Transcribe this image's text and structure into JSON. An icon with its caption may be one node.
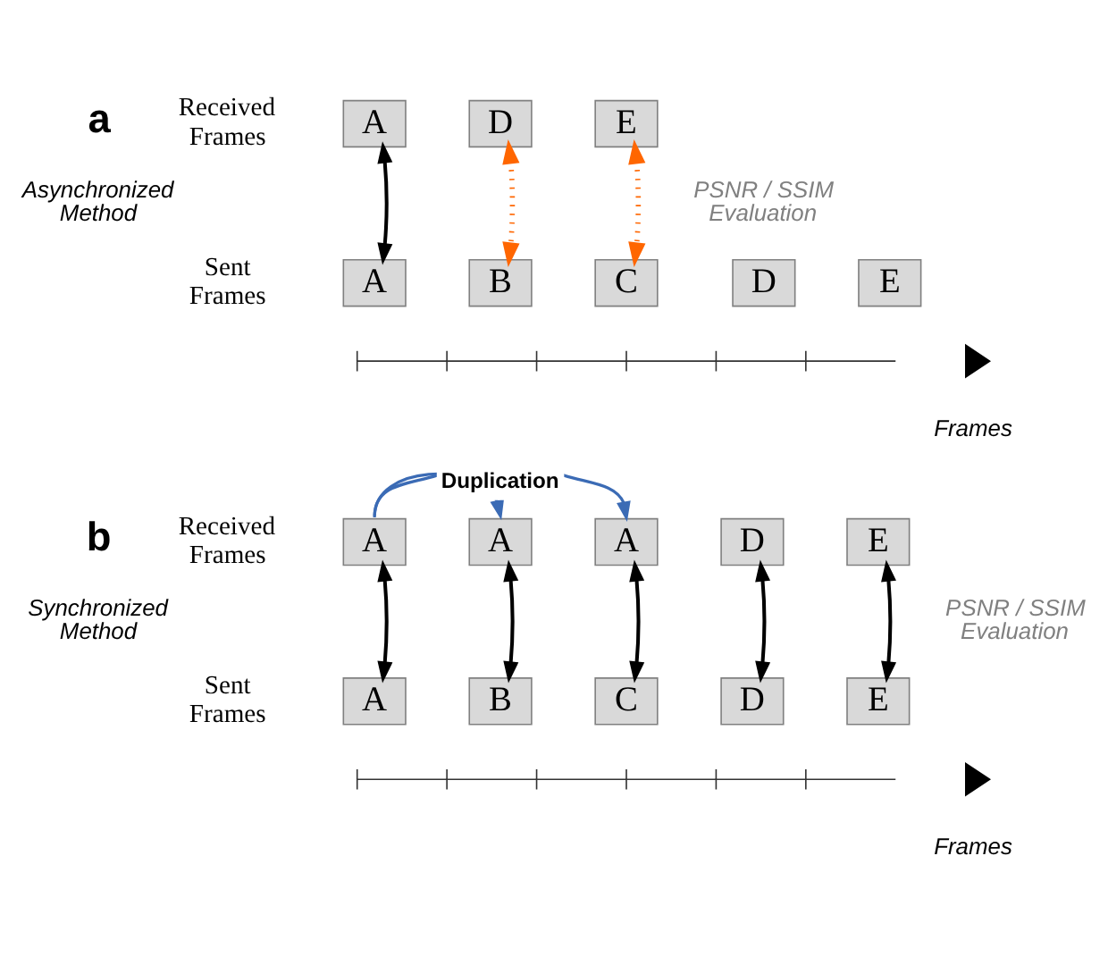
{
  "diagram": {
    "nodes": [
      {
        "text": [
          "A"
        ]
      },
      {
        "text": [
          "D"
        ]
      },
      {
        "text": [
          "E"
        ]
      },
      {
        "text": [
          "A"
        ]
      },
      {
        "text": [
          "B"
        ]
      },
      {
        "text": [
          "C"
        ]
      },
      {
        "text": [
          "D"
        ]
      },
      {
        "text": [
          "E"
        ]
      },
      {
        "text": [
          "A"
        ]
      },
      {
        "text": [
          "A"
        ]
      },
      {
        "text": [
          "A"
        ]
      },
      {
        "text": [
          "D"
        ]
      },
      {
        "text": [
          "E"
        ]
      },
      {
        "text": [
          "A"
        ]
      },
      {
        "text": [
          "B"
        ]
      },
      {
        "text": [
          "C"
        ]
      },
      {
        "text": [
          "D"
        ]
      },
      {
        "text": [
          "E"
        ]
      }
    ],
    "edges": [
      {
        "from": 0,
        "to": 3,
        "arrow": "both"
      },
      {
        "from": 1,
        "to": 4,
        "arrow": "both",
        "style": "dashed",
        "color": "#ff6600"
      },
      {
        "from": 2,
        "to": 5,
        "arrow": "both",
        "style": "dashed",
        "color": "#ff6600"
      },
      {
        "from": 8,
        "to": 9,
        "arrow": "to",
        "color": "#3b6bb5"
      },
      {
        "from": 8,
        "to": 10,
        "arrow": "to",
        "label": "Duplication",
        "color": "#3b6bb5"
      },
      {
        "from": 8,
        "to": 13,
        "arrow": "both"
      },
      {
        "from": 9,
        "to": 14,
        "arrow": "both"
      },
      {
        "from": 10,
        "to": 15,
        "arrow": "both"
      },
      {
        "from": 11,
        "to": 16,
        "arrow": "both"
      },
      {
        "from": 12,
        "to": 17,
        "arrow": "both"
      }
    ],
    "labels": [
      "a",
      "Received Frames",
      "Asynchronized Method",
      "Sent Frames",
      "PSNR / SSIM Evaluation",
      "Frames",
      "b",
      "Received Frames",
      "Synchronized Method",
      "Sent Frames",
      "PSNR / SSIM Evaluation",
      "Frames"
    ]
  }
}
